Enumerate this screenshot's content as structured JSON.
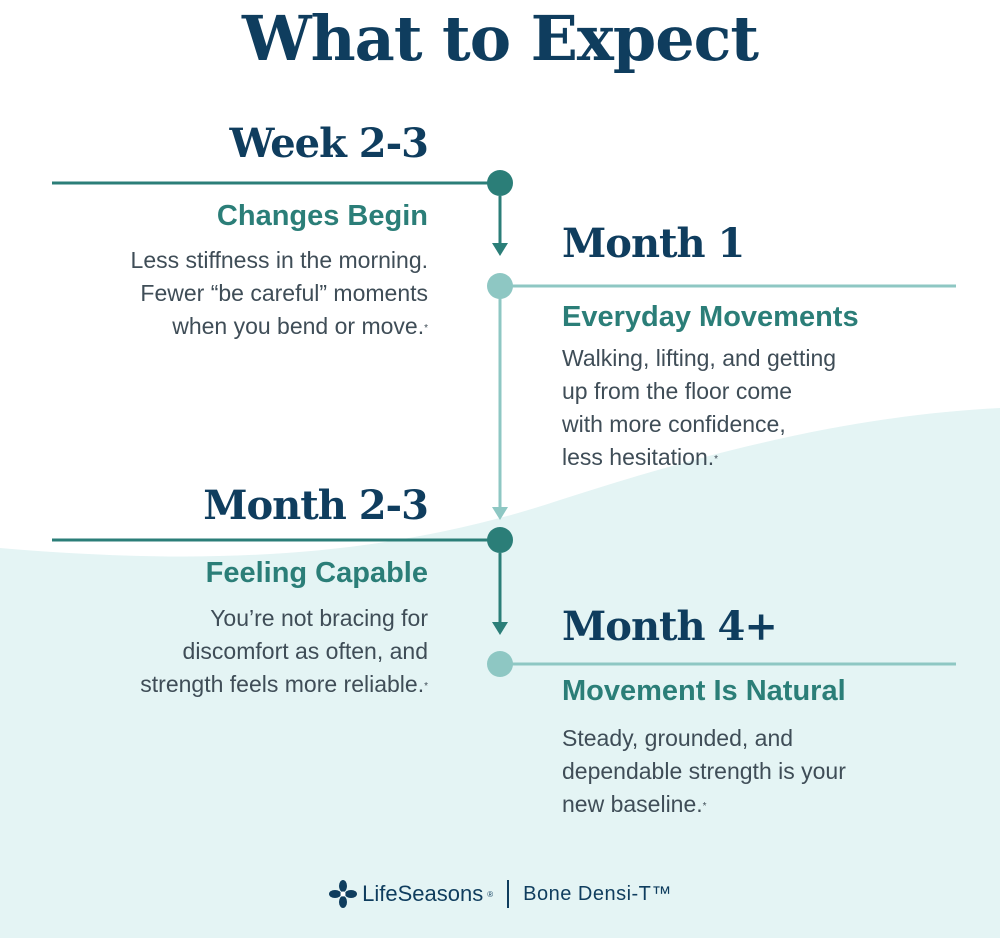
{
  "title": "What to Expect",
  "steps": [
    {
      "period": "Week 2-3",
      "heading": "Changes Begin",
      "lines": [
        "Less stiffness in the morning.",
        "Fewer “be careful” moments",
        "when you bend or move."
      ],
      "footnote": "*"
    },
    {
      "period": "Month 1",
      "heading": "Everyday Movements",
      "lines": [
        "Walking, lifting, and getting",
        "up from the floor come",
        "with more confidence,",
        "less hesitation."
      ],
      "footnote": "*"
    },
    {
      "period": "Month 2-3",
      "heading": "Feeling Capable",
      "lines": [
        "You’re not bracing for",
        "discomfort as often, and",
        "strength feels more reliable."
      ],
      "footnote": "*"
    },
    {
      "period": "Month 4+",
      "heading": "Movement Is Natural",
      "lines": [
        "Steady, grounded, and",
        "dependable strength is your",
        "new baseline."
      ],
      "footnote": "*"
    }
  ],
  "brand": {
    "logo_icon": "lifeseasons-flower-icon",
    "name": "LifeSeasons",
    "trademark": "®",
    "product": "Bone Densi-T™"
  },
  "colors": {
    "navy": "#0f3d5e",
    "teal_dark": "#2b7e78",
    "teal_light": "#8ec7c3",
    "background_wave": "#e4f4f4",
    "body_text": "#3f4d57"
  }
}
